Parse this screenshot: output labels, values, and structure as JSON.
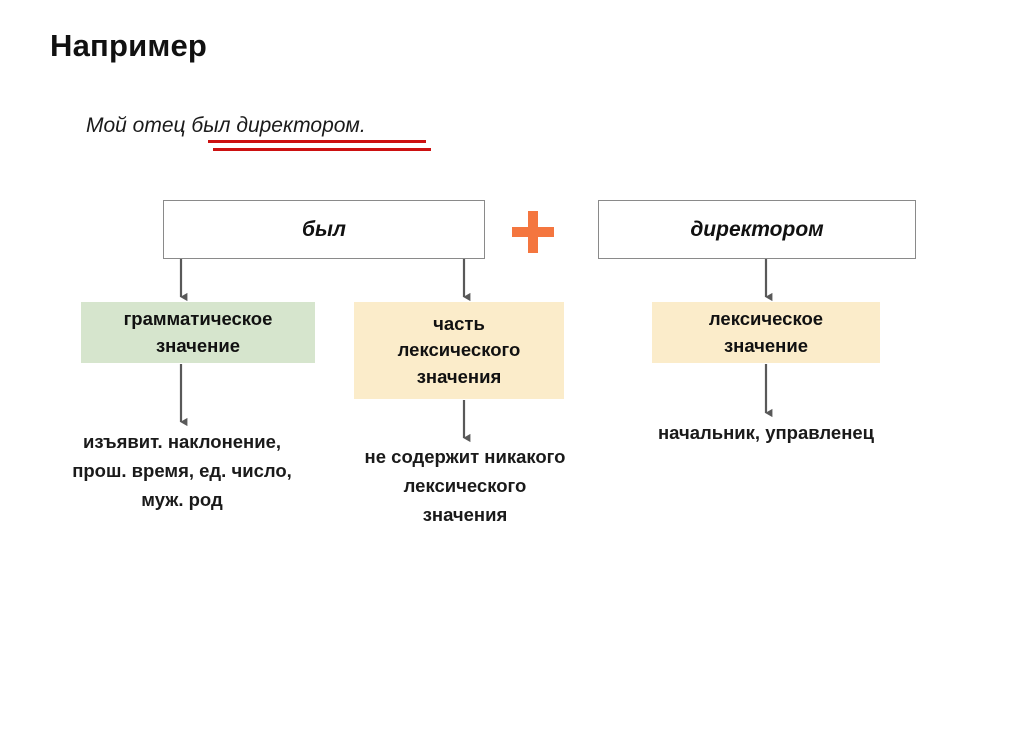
{
  "slide": {
    "title": "Например",
    "background_color": "#ffffff"
  },
  "sentence": {
    "prefix": "Мой отец ",
    "highlighted": "был директором.",
    "full_text": "Мой отец был директором.",
    "underline_color": "#cc1111",
    "underline_style": "double"
  },
  "operator": {
    "symbol": "+",
    "name": "plus-sign",
    "color": "#f4763f"
  },
  "top_boxes": [
    {
      "id": "byl",
      "label": "был",
      "border_color": "#8a8a8a",
      "fill": "#ffffff"
    },
    {
      "id": "direktorom",
      "label": "директором",
      "border_color": "#8a8a8a",
      "fill": "#ffffff"
    }
  ],
  "mid_boxes": [
    {
      "id": "gram",
      "line1": "грамматическое",
      "line2": "значение",
      "line3": "",
      "fill": "#d6e5cd"
    },
    {
      "id": "part",
      "line1": "часть",
      "line2": "лексического",
      "line3": "значения",
      "fill": "#fbecca"
    },
    {
      "id": "lex",
      "line1": "лексическое",
      "line2": "значение",
      "line3": "",
      "fill": "#fbecca"
    }
  ],
  "leaf_texts": [
    {
      "id": "gram",
      "text": "изъявит. наклонение, прош. время, ед. число, муж. род"
    },
    {
      "id": "part",
      "text": "не содержит никакого лексического значения"
    },
    {
      "id": "lex",
      "text": "начальник, управленец"
    }
  ],
  "connectors": {
    "arrow_color": "#595959",
    "count": 6
  }
}
